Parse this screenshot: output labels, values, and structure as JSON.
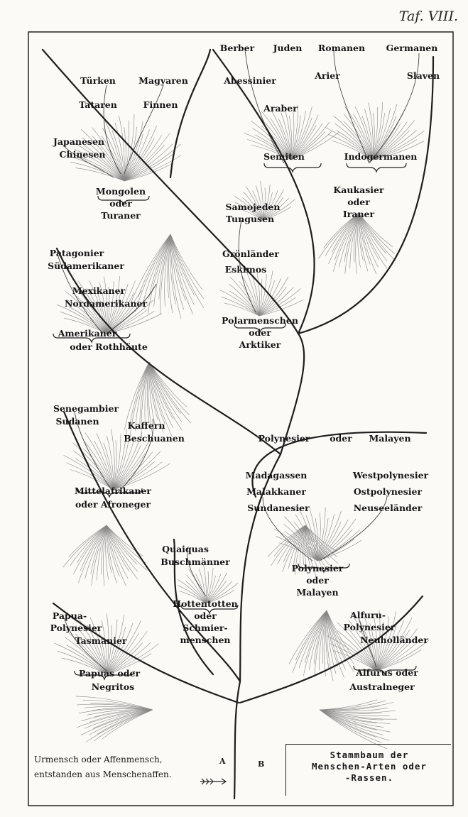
{
  "plate_number": "Taf. VIII.",
  "labels": {
    "berber": "Berber",
    "juden": "Juden",
    "romanen": "Romanen",
    "germanen": "Germanen",
    "abessinier": "Abessinier",
    "arier": "Arier",
    "slaven": "Slaven",
    "araber": "Araber",
    "semiten": "Semiten",
    "indogermanen": "Indogermanen",
    "kaukasier_1": "Kaukasier",
    "kaukasier_2": "oder",
    "kaukasier_3": "Iraner",
    "tuerken": "Türken",
    "magyaren": "Magyaren",
    "tataren": "Tataren",
    "finnen": "Finnen",
    "japanesen": "Japanesen",
    "chinesen": "Chinesen",
    "mongolen_1": "Mongolen",
    "mongolen_2": "oder",
    "mongolen_3": "Turaner",
    "samojeden": "Samojeden",
    "tungusen": "Tungusen",
    "groenlaender": "Grönländer",
    "eskimos": "Eskimos",
    "polar_1": "Polarmenschen",
    "polar_2": "oder",
    "polar_3": "Arktiker",
    "patagonier": "Patagonier",
    "suedamerikaner": "Südamerikaner",
    "mexikaner": "Mexikaner",
    "nordamerikaner": "Nordamerikaner",
    "amerikaner_1": "Amerikaner",
    "amerikaner_2": "oder Rothhäute",
    "senegambier": "Senegambier",
    "sudanen": "Sudanen",
    "kaffern": "Kaffern",
    "beschuanen": "Beschuanen",
    "mittel_1": "Mittelafrikaner",
    "mittel_2": "oder Afroneger",
    "polynesier_top_1": "Polynesier",
    "polynesier_top_2": "oder",
    "polynesier_top_3": "Malayen",
    "madagassen": "Madagassen",
    "malakkaner": "Malakkaner",
    "sundanesier": "Sundanesier",
    "westpolynesier": "Westpolynesier",
    "ostpolynesier": "Ostpolynesier",
    "neuseelaender": "Neuseeländer",
    "polynesier_1": "Polynesier",
    "polynesier_2": "oder",
    "polynesier_3": "Malayen",
    "quaiquas": "Quaiquas",
    "buschmaenner": "Buschmänner",
    "hottentotten_1": "Hottentotten",
    "hottentotten_2": "oder",
    "hottentotten_3": "Schmier-",
    "hottentotten_4": "menschen",
    "papua_1": "Papua-",
    "papua_2": "Polynesier",
    "tasmanier": "Tasmanier",
    "papuas_1": "Papuas oder",
    "papuas_2": "Negritos",
    "alfuru_1": "Alfuru-",
    "alfuru_2": "Polynesier",
    "neuhollaender": "Neuholländer",
    "alfurus_1": "Alfurus oder",
    "alfurus_2": "Australneger"
  },
  "caption": {
    "line1": "Urmensch oder Affenmensch,",
    "line2": "entstanden aus Menschenaffen.",
    "marker_a": "A",
    "marker_b": "B"
  },
  "title": {
    "line1": "Stammbaum der",
    "line2": "Menschen-Arten oder",
    "line3": "-Rassen."
  }
}
